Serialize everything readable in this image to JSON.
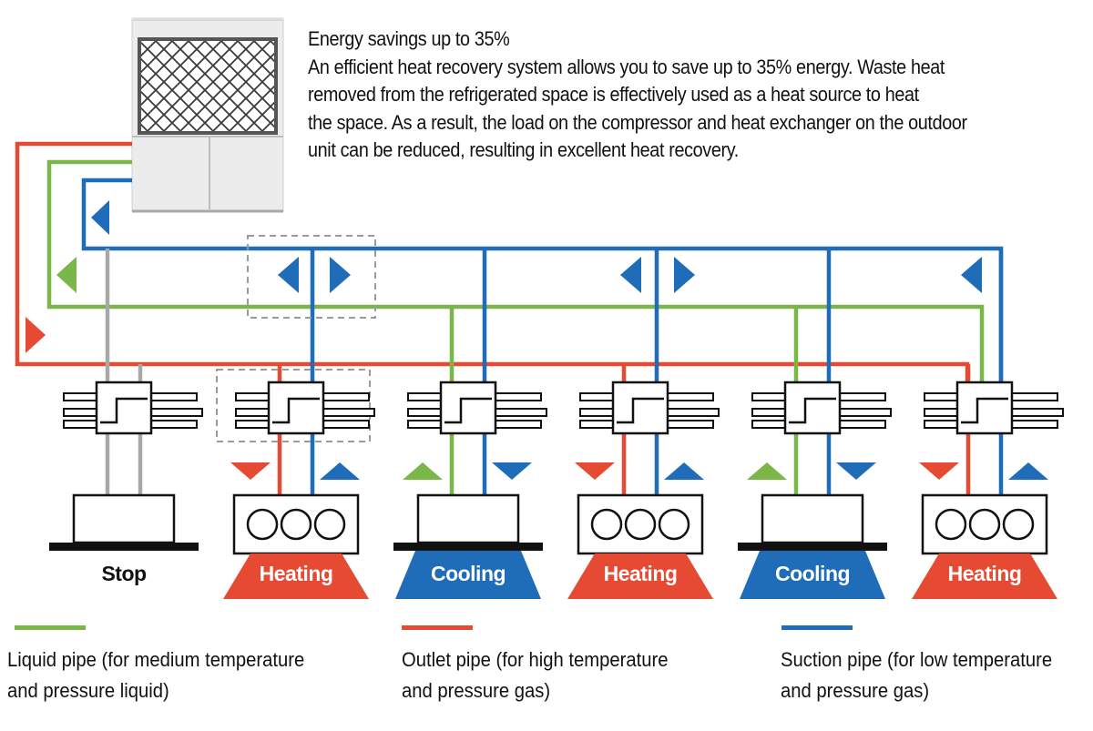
{
  "intro": {
    "heading": "Energy savings up to 35%",
    "lines": [
      "An efficient heat recovery system allows you to save up to 35% energy. Waste heat",
      "removed from the refrigerated space is effectively used as a heat source to heat",
      "the space. As a result, the load on the compressor and heat exchanger on the outdoor",
      "unit can be reduced, resulting in excellent heat recovery."
    ]
  },
  "indoor_units": [
    {
      "label": "Stop",
      "mode": "stop"
    },
    {
      "label": "Heating",
      "mode": "heating"
    },
    {
      "label": "Cooling",
      "mode": "cooling"
    },
    {
      "label": "Heating",
      "mode": "heating"
    },
    {
      "label": "Cooling",
      "mode": "cooling"
    },
    {
      "label": "Heating",
      "mode": "heating"
    }
  ],
  "legend": [
    {
      "line1": "Liquid pipe (for medium temperature",
      "line2": "and pressure liquid)",
      "color": "#7ab648"
    },
    {
      "line1": "Outlet pipe (for high temperature",
      "line2": "and pressure gas)",
      "color": "#e64a33"
    },
    {
      "line1": "Suction pipe (for low temperature",
      "line2": "and pressure gas)",
      "color": "#1f6cb8"
    }
  ],
  "colors": {
    "liquid": "#7ab648",
    "outlet": "#e64a33",
    "suction": "#1f6cb8",
    "idle": "#a8a8a8",
    "outdoor_unit": "#ececec"
  },
  "icons": [
    "outdoor-unit-icon",
    "bc-box-icon",
    "indoor-unit-icon",
    "fan-coil-icon",
    "flow-arrow-icon"
  ]
}
